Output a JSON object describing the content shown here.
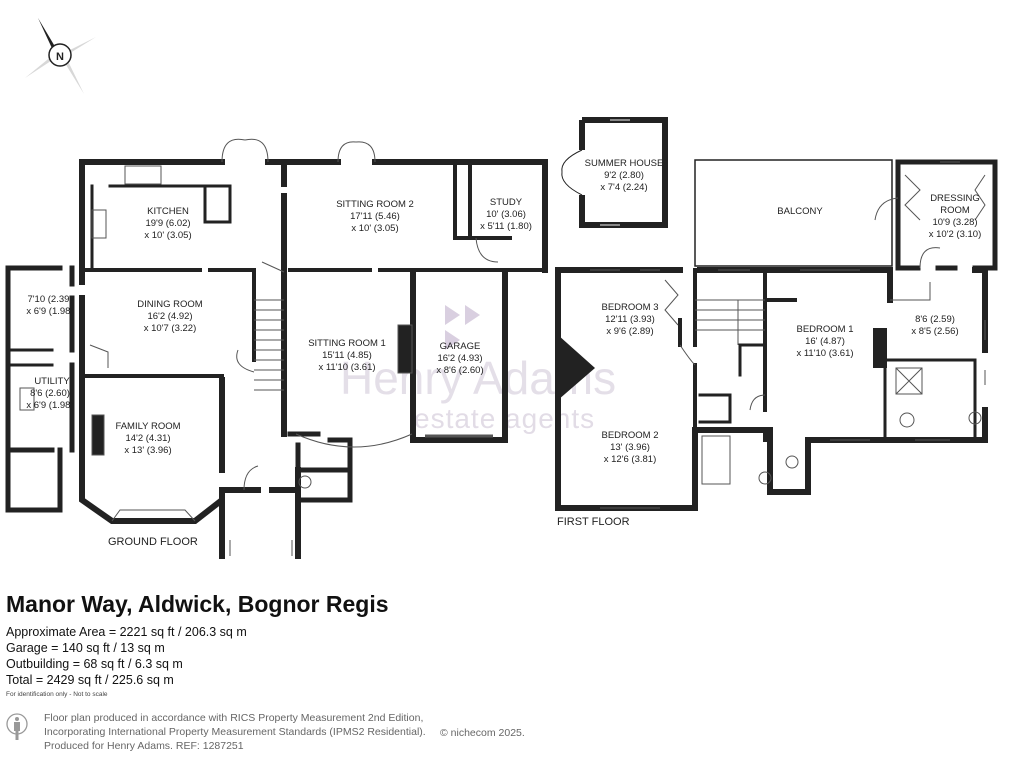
{
  "compass": {
    "letter": "N"
  },
  "watermark": {
    "brand": "Henry Adams",
    "sub": "estate agents"
  },
  "floors": {
    "ground": "GROUND FLOOR",
    "first": "FIRST FLOOR"
  },
  "rooms": {
    "kitchen": [
      "KITCHEN",
      "19'9 (6.02)",
      "x 10' (3.05)"
    ],
    "dining": [
      "DINING ROOM",
      "16'2 (4.92)",
      "x 10'7 (3.22)"
    ],
    "family": [
      "FAMILY ROOM",
      "14'2 (4.31)",
      "x 13' (3.96)"
    ],
    "utility": [
      "UTILITY",
      "8'6 (2.60)",
      "x 6'9 (1.98)"
    ],
    "utility_store": [
      "7'10 (2.39)",
      "x 6'9 (1.98)"
    ],
    "sitting2": [
      "SITTING ROOM 2",
      "17'11 (5.46)",
      "x 10' (3.05)"
    ],
    "study": [
      "STUDY",
      "10' (3.06)",
      "x 5'11 (1.80)"
    ],
    "sitting1": [
      "SITTING ROOM 1",
      "15'11 (4.85)",
      "x 11'10 (3.61)"
    ],
    "garage": [
      "GARAGE",
      "16'2 (4.93)",
      "x 8'6 (2.60)"
    ],
    "summer": [
      "SUMMER HOUSE",
      "9'2 (2.80)",
      "x 7'4 (2.24)"
    ],
    "balcony": [
      "BALCONY"
    ],
    "dressing": [
      "DRESSING",
      "ROOM",
      "10'9 (3.28)",
      "x 10'2 (3.10)"
    ],
    "bedroom3": [
      "BEDROOM 3",
      "12'11 (3.93)",
      "x 9'6 (2.89)"
    ],
    "bedroom2": [
      "BEDROOM 2",
      "13' (3.96)",
      "x 12'6 (3.81)"
    ],
    "bedroom1": [
      "BEDROOM 1",
      "16' (4.87)",
      "x 11'10 (3.61)"
    ],
    "ensuite": [
      "8'6 (2.59)",
      "x 8'5 (2.56)"
    ]
  },
  "property": {
    "title": "Manor Way, Aldwick, Bognor Regis",
    "areas": [
      "Approximate Area = 2221 sq ft / 206.3 sq m",
      "Garage = 140 sq ft / 13 sq m",
      "Outbuilding = 68 sq ft / 6.3 sq m",
      "Total = 2429 sq ft / 225.6 sq m"
    ],
    "note": "For identification only - Not to scale"
  },
  "footer": {
    "line1": "Floor plan produced in accordance with RICS Property Measurement 2nd Edition,",
    "line2": "Incorporating International Property Measurement Standards (IPMS2 Residential).",
    "line3": "Produced for Henry Adams.   REF: 1287251",
    "copyright": "© nichecom 2025."
  }
}
